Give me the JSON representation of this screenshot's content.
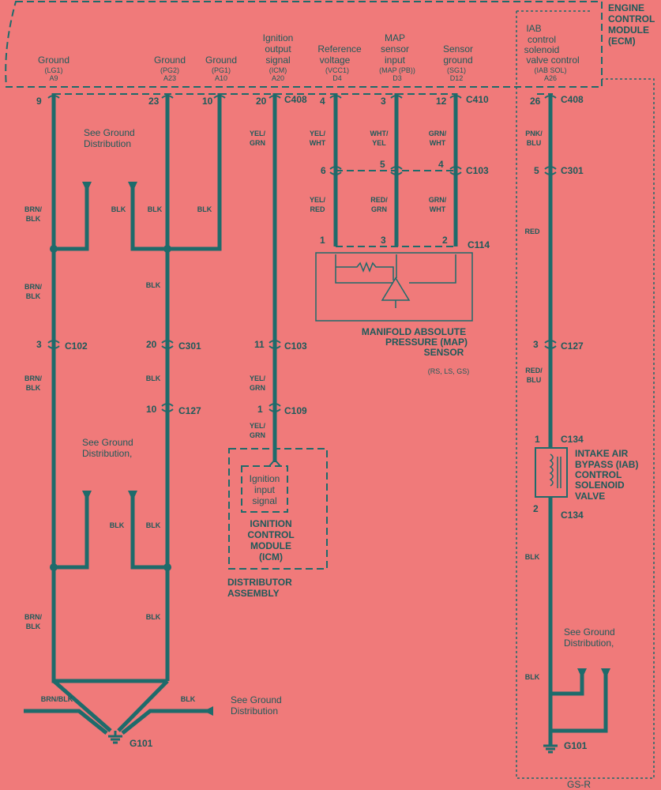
{
  "ecm": {
    "title_line1": "ENGINE",
    "title_line2": "CONTROL",
    "title_line3": "MODULE",
    "title_line4": "(ECM)"
  },
  "pins": [
    {
      "name": "Ground",
      "code": "(LG1)",
      "pin": "A9"
    },
    {
      "name": "Ground",
      "code": "(PG2)",
      "pin": "A23"
    },
    {
      "name": "Ground",
      "code": "(PG1)",
      "pin": "A10"
    },
    {
      "name_l1": "Ignition",
      "name_l2": "output",
      "name_l3": "signal",
      "code": "(ICM)",
      "pin": "A20"
    },
    {
      "name_l1": "Reference",
      "name_l2": "voltage",
      "code": "(VCC1)",
      "pin": "D4"
    },
    {
      "name_l1": "MAP",
      "name_l2": "sensor",
      "name_l3": "input",
      "code": "(MAP (PB))",
      "pin": "D3"
    },
    {
      "name_l1": "Sensor",
      "name_l2": "ground",
      "code": "(SG1)",
      "pin": "D12"
    },
    {
      "name_l1": "IAB",
      "name_l2": "control",
      "name_l3": "solenoid",
      "name_l4": "valve control",
      "code": "(IAB SOL)",
      "pin": "A26"
    }
  ],
  "connectors": {
    "c408": "C408",
    "c410": "C410",
    "c103": "C103",
    "c114": "C114",
    "c102": "C102",
    "c301": "C301",
    "c127": "C127",
    "c109": "C109",
    "c134": "C134"
  },
  "terminal_numbers": {
    "t9": "9",
    "t23": "23",
    "t10": "10",
    "t20": "20",
    "t4": "4",
    "t3": "3",
    "t12": "12",
    "t26": "26",
    "t6": "6",
    "t5": "5",
    "t4b": "4",
    "t1": "1",
    "t3b": "3",
    "t2": "2",
    "t3c": "3",
    "t20b": "20",
    "t10b": "10",
    "t11": "11",
    "t1b": "1",
    "t5b": "5",
    "t3d": "3",
    "t1c": "1",
    "t2b": "2"
  },
  "wire_colors": {
    "brn_blk": "BRN/",
    "brn_blk2": "BLK",
    "blk": "BLK",
    "yel_grn1": "YEL/",
    "yel_grn2": "GRN",
    "yel_wht1": "YEL/",
    "yel_wht2": "WHT",
    "wht_yel1": "WHT/",
    "wht_yel2": "YEL",
    "grn_wht1": "GRN/",
    "grn_wht2": "WHT",
    "yel_red1": "YEL/",
    "yel_red2": "RED",
    "red_grn1": "RED/",
    "red_grn2": "GRN",
    "pnk_blu1": "PNK/",
    "pnk_blu2": "BLU",
    "red": "RED",
    "red_blu1": "RED/",
    "red_blu2": "BLU",
    "brn_blk_inline": "BRN/BLK"
  },
  "notes": {
    "see_ground_1a": "See Ground",
    "see_ground_1b": "Distribution",
    "see_ground_2a": "See Ground",
    "see_ground_2b": "Distribution,",
    "see_ground_3a": "See Ground",
    "see_ground_3b": "Distribution",
    "see_ground_4a": "See Ground",
    "see_ground_4b": "Distribution,"
  },
  "map_sensor": {
    "l1": "MANIFOLD ABSOLUTE",
    "l2": "PRESSURE (MAP)",
    "l3": "SENSOR",
    "variants": "(RS, LS, GS)"
  },
  "icm": {
    "in1": "Ignition",
    "in2": "input",
    "in3": "signal",
    "t1": "IGNITION",
    "t2": "CONTROL",
    "t3": "MODULE",
    "t4": "(ICM)",
    "d1": "DISTRIBUTOR",
    "d2": "ASSEMBLY"
  },
  "iab": {
    "l1": "INTAKE AIR",
    "l2": "BYPASS (IAB)",
    "l3": "CONTROL",
    "l4": "SOLENOID",
    "l5": "VALVE"
  },
  "grounds": {
    "g1": "G101",
    "g2": "G101"
  },
  "variant_note": "GS-R"
}
